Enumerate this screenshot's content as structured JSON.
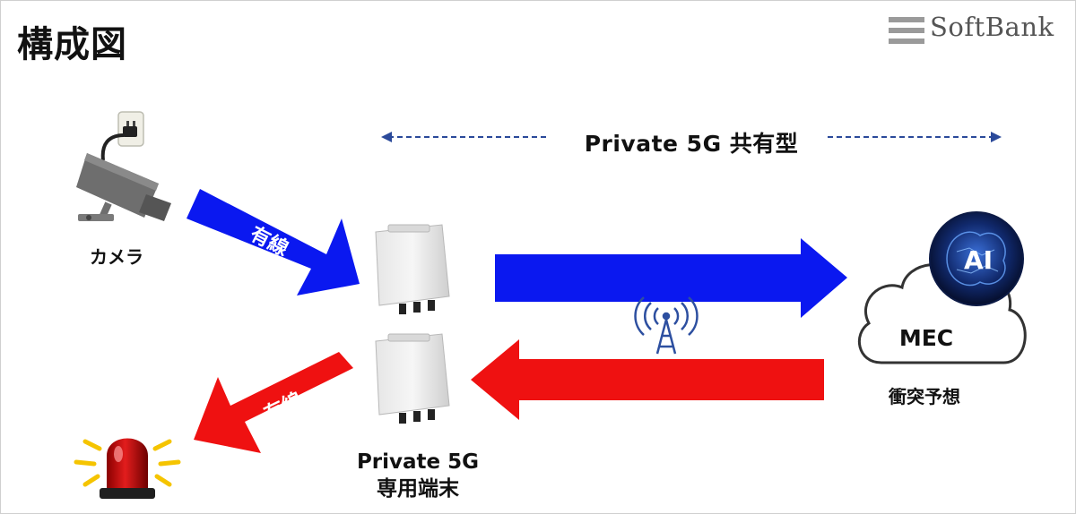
{
  "header": {
    "title": "構成図",
    "logo_text": "SoftBank"
  },
  "diagram": {
    "shared_label": "Private 5G 共有型",
    "camera_label": "カメラ",
    "wired_in_label": "有線",
    "wired_out_label": "有線",
    "mec_label": "MEC",
    "ai_label": "AI",
    "prediction_label": "衝突予想",
    "device_label_line1": "Private 5G",
    "device_label_line2": "専用端末"
  },
  "colors": {
    "uplink_arrow": "#0a18f0",
    "downlink_arrow": "#ef1111",
    "dashed_line": "#2b4a9a",
    "antenna": "#2d4fa0",
    "logo": "#9a9a9a"
  },
  "icons": {
    "camera": "security-camera-icon",
    "outlet": "power-outlet-icon",
    "device": "private-5g-terminal-icon",
    "antenna": "radio-tower-icon",
    "cloud": "cloud-icon",
    "ai": "ai-brain-icon",
    "alarm": "warning-light-icon"
  }
}
